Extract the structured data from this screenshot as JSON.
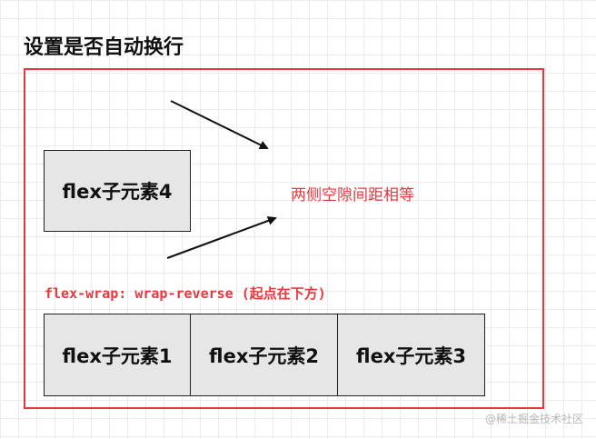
{
  "heading": "设置是否自动换行",
  "items": {
    "item4": "flex子元素4",
    "item1": "flex子元素1",
    "item2": "flex子元素2",
    "item3": "flex子元素3"
  },
  "note": "两侧空隙间距相等",
  "wrap_label": "flex-wrap: wrap-reverse (起点在下方)",
  "watermark": "@稀土掘金技术社区",
  "colors": {
    "accent_red": "#e8383d",
    "item_fill": "#e6e6e6",
    "item_border": "#222222"
  }
}
